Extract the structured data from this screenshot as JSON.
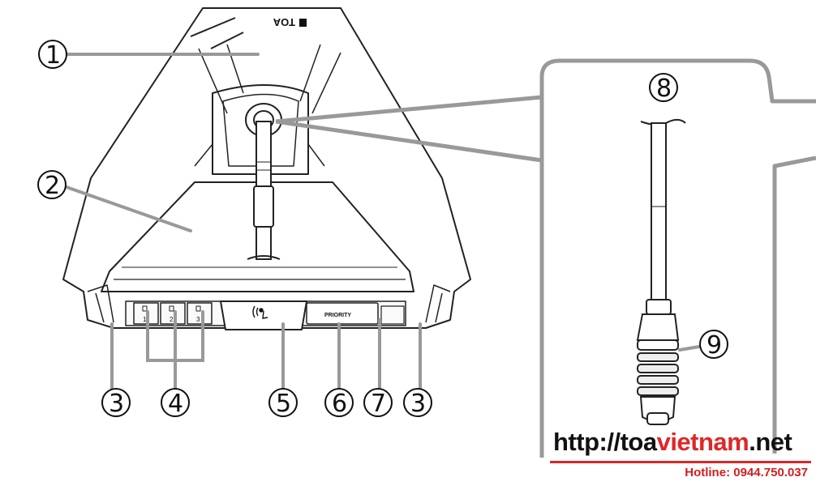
{
  "brand_text": "TOA",
  "callouts": [
    "1",
    "2",
    "3",
    "4",
    "5",
    "6",
    "7",
    "8",
    "9"
  ],
  "panel": {
    "channel_marks": [
      "1",
      "2",
      "3"
    ],
    "priority_label": "PRIORITY",
    "speech_icon": "speech-request-icon"
  },
  "watermark": {
    "url_prefix": "http://toa",
    "url_highlight": "vietnam",
    "url_suffix": ".net",
    "hotline": "Hotline: 0944.750.037",
    "accent_color": "#e02626"
  }
}
